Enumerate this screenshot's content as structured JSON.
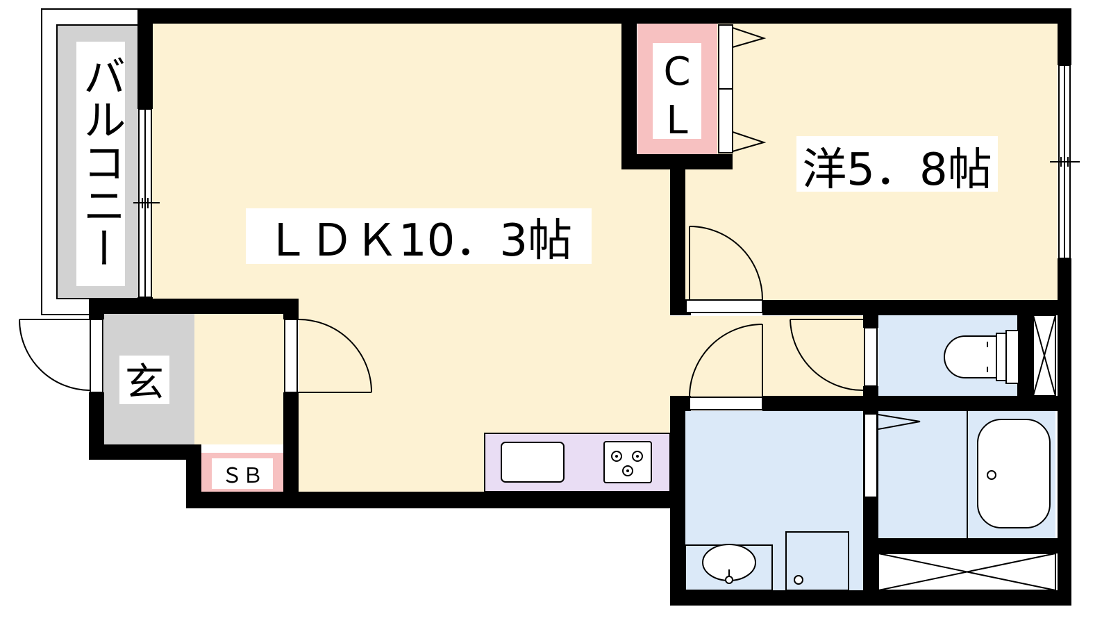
{
  "colors": {
    "wall": "#000000",
    "floor": "#fdf2d3",
    "wet": "#dbe9f8",
    "storage": "#f7c1c1",
    "kitchen": "#e9ddf4",
    "genkan": "#d2d2d2",
    "balcony": "#d2d2d2"
  },
  "labels": {
    "balcony": "バルコニー",
    "ldk": "ＬＤＫ10．3帖",
    "western": "洋5．8帖",
    "closet_c": "C",
    "closet_l": "L",
    "entrance": "玄",
    "shoe_box": "ＳＢ"
  }
}
